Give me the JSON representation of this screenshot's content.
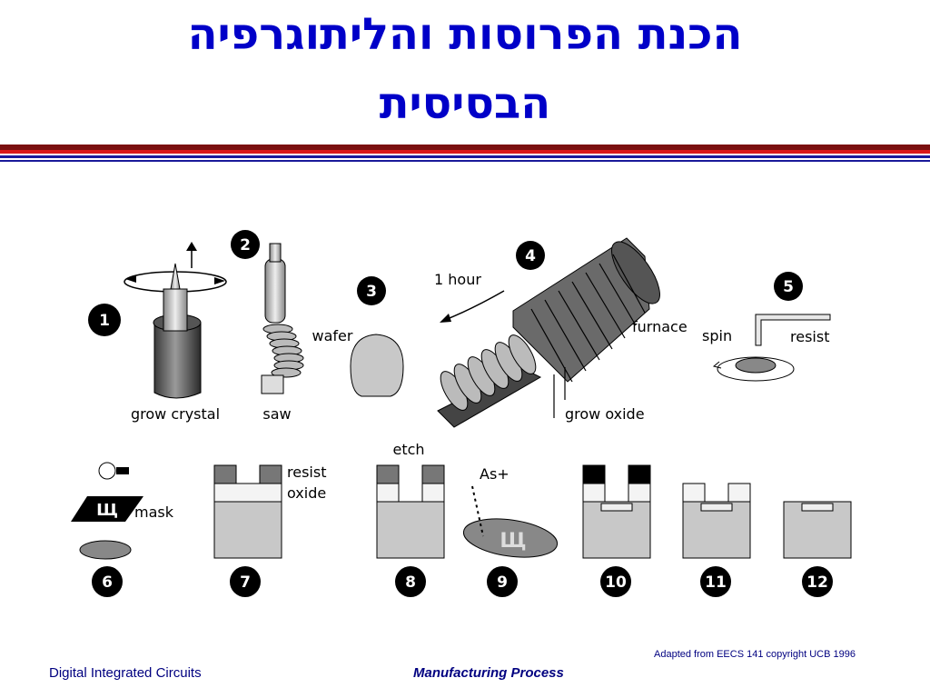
{
  "title": {
    "line1": "הכנת הפרוסות והליתוגרפיה",
    "line2": "הבסיסית"
  },
  "steps": [
    {
      "num": "1",
      "label": "grow crystal"
    },
    {
      "num": "2",
      "label": "saw"
    },
    {
      "num": "3",
      "label": "wafer"
    },
    {
      "num": "4",
      "label_time": "1 hour",
      "label_furnace": "furnace",
      "label_oxide": "grow oxide"
    },
    {
      "num": "5",
      "label_spin": "spin",
      "label_resist": "resist"
    },
    {
      "num": "6",
      "label": "mask"
    },
    {
      "num": "7",
      "label_resist": "resist",
      "label_oxide": "oxide"
    },
    {
      "num": "8",
      "label": "etch"
    },
    {
      "num": "9",
      "label": "As+"
    },
    {
      "num": "10"
    },
    {
      "num": "11"
    },
    {
      "num": "12"
    }
  ],
  "footer": {
    "left": "Digital Integrated Circuits",
    "center": "Manufacturing Process",
    "credit": "Adapted from EECS 141 copyright UCB 1996"
  },
  "colors": {
    "title": "#0000c8",
    "rule_dark": "#7a1010",
    "rule_red": "#d81818",
    "rule_blue": "#1a1a9a",
    "footer": "#000080"
  }
}
